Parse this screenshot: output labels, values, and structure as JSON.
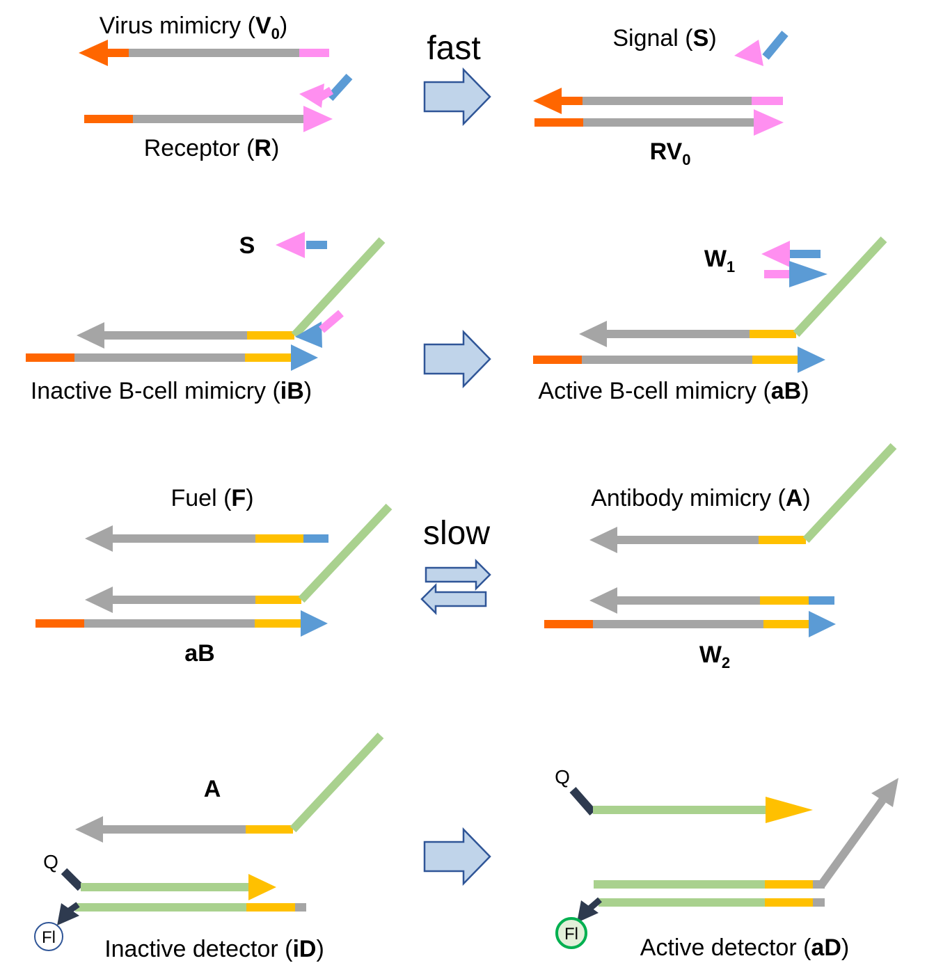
{
  "colors": {
    "orange": "#FF6600",
    "gray": "#A5A5A5",
    "pink": "#FF8FF0",
    "blue": "#5B9BD5",
    "green": "#A9D18E",
    "yellow": "#FFC000",
    "dark": "#2E3A4F",
    "arrow_fill": "#C0D4EA",
    "arrow_stroke": "#2F5597",
    "fl_ring_inactive": "#2F5597",
    "fl_ring_active": "#00B050",
    "fl_fill_active": "#E2F0D9"
  },
  "reaction_labels": {
    "fast": "fast",
    "slow": "slow"
  },
  "panel1": {
    "v0": {
      "name": "Virus mimicry (",
      "sym": "V",
      "sub": "0",
      "close": ")"
    },
    "receptor": {
      "name": "Receptor (",
      "sym": "R",
      "close": ")"
    },
    "signal": {
      "name": "Signal (",
      "sym": "S",
      "close": ")"
    },
    "rv0": {
      "sym": "RV",
      "sub": "0"
    }
  },
  "panel2": {
    "s": {
      "sym": "S"
    },
    "w1": {
      "sym": "W",
      "sub": "1"
    },
    "ib": {
      "name": "Inactive B-cell mimicry (",
      "sym": "iB",
      "close": ")"
    },
    "ab": {
      "name": "Active B-cell mimicry (",
      "sym": "aB",
      "close": ")"
    }
  },
  "panel3": {
    "fuel": {
      "name": "Fuel (",
      "sym": "F",
      "close": ")"
    },
    "ab": {
      "sym": "aB"
    },
    "antibody": {
      "name": "Antibody mimicry (",
      "sym": "A",
      "close": ")"
    },
    "w2": {
      "sym": "W",
      "sub": "2"
    }
  },
  "panel4": {
    "a": {
      "sym": "A"
    },
    "q_left": "Q",
    "fl_left": "Fl",
    "id": {
      "name": "Inactive detector (",
      "sym": "iD",
      "close": ")"
    },
    "q_right": "Q",
    "fl_right": "Fl",
    "ad": {
      "name": "Active detector (",
      "sym": "aD",
      "close": ")"
    }
  }
}
